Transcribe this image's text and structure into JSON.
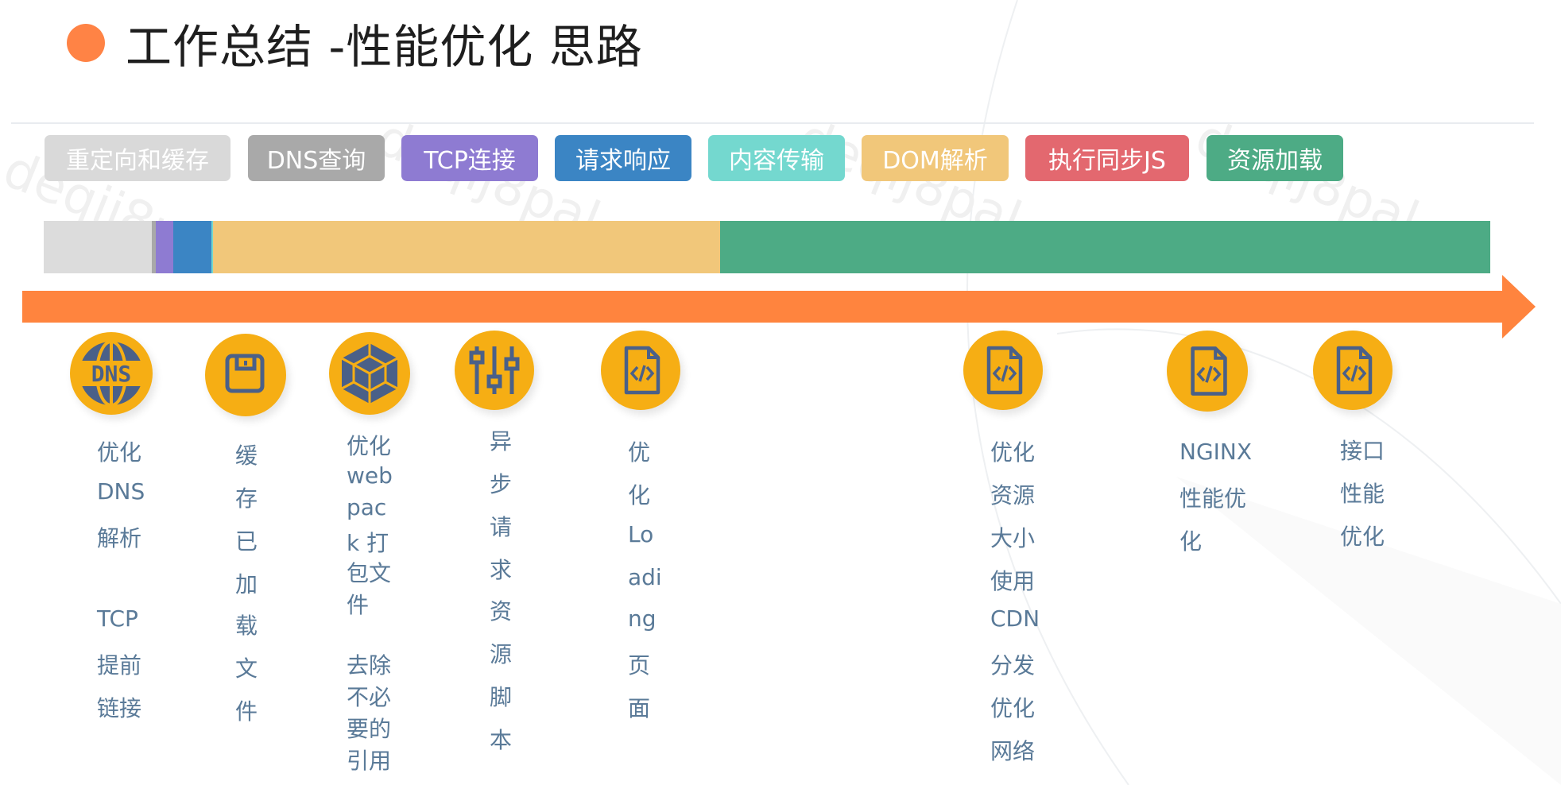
{
  "header": {
    "title": "工作总结 -性能优化 思路"
  },
  "watermark": "deqij8pal",
  "legend": [
    {
      "label": "重定向和缓存",
      "color": "#d9d9d9"
    },
    {
      "label": "DNS查询",
      "color": "#a9a9a9"
    },
    {
      "label": "TCP连接",
      "color": "#8e7bd2"
    },
    {
      "label": "请求响应",
      "color": "#3b85c4"
    },
    {
      "label": "内容传输",
      "color": "#74d8cf"
    },
    {
      "label": "DOM解析",
      "color": "#f1c77a"
    },
    {
      "label": "执行同步JS",
      "color": "#e3686f"
    },
    {
      "label": "资源加载",
      "color": "#4dab85"
    }
  ],
  "timeline_bar": [
    {
      "phase": "重定向和缓存",
      "share": 0.0745,
      "color": "#dcdcdc"
    },
    {
      "phase": "DNS查询",
      "share": 0.0028,
      "color": "#a9a9a9"
    },
    {
      "phase": "TCP连接",
      "share": 0.0124,
      "color": "#8e7bd2"
    },
    {
      "phase": "请求响应",
      "share": 0.0262,
      "color": "#3b85c4"
    },
    {
      "phase": "内容传输",
      "share": 0.0014,
      "color": "#74d8cf"
    },
    {
      "phase": "DOM解析",
      "share": 0.3505,
      "color": "#f1c77a"
    },
    {
      "phase": "资源加载",
      "share": 0.5322,
      "color": "#4dab85"
    }
  ],
  "items": [
    {
      "icon": "dns-globe-icon",
      "lines": [
        "优化",
        "DNS",
        "解析",
        "",
        "TCP",
        "提前",
        "链接"
      ]
    },
    {
      "icon": "save-floppy-icon",
      "lines": [
        "缓",
        "存",
        "已",
        "加",
        "载",
        "文",
        "件"
      ]
    },
    {
      "icon": "webpack-cube-icon",
      "lines": [
        "优化",
        "web",
        "pac",
        "k 打",
        "包文",
        "件",
        "",
        "去除",
        "不必",
        "要的",
        "引用"
      ]
    },
    {
      "icon": "sliders-icon",
      "lines": [
        "异",
        "步",
        "请",
        "求",
        "资",
        "源",
        "脚",
        "本"
      ]
    },
    {
      "icon": "code-file-icon",
      "lines": [
        "优",
        "化",
        "Lo",
        "adi",
        "ng",
        "页",
        "面"
      ]
    },
    {
      "icon": "code-file-icon",
      "lines": [
        "优化",
        "资源",
        "大小",
        "使用",
        "CDN",
        "分发",
        "优化",
        "网络"
      ]
    },
    {
      "icon": "code-file-icon",
      "lines": [
        "NGINX",
        "性能优",
        "化"
      ]
    },
    {
      "icon": "code-file-icon",
      "lines": [
        "接口",
        "性能",
        "优化"
      ]
    }
  ]
}
